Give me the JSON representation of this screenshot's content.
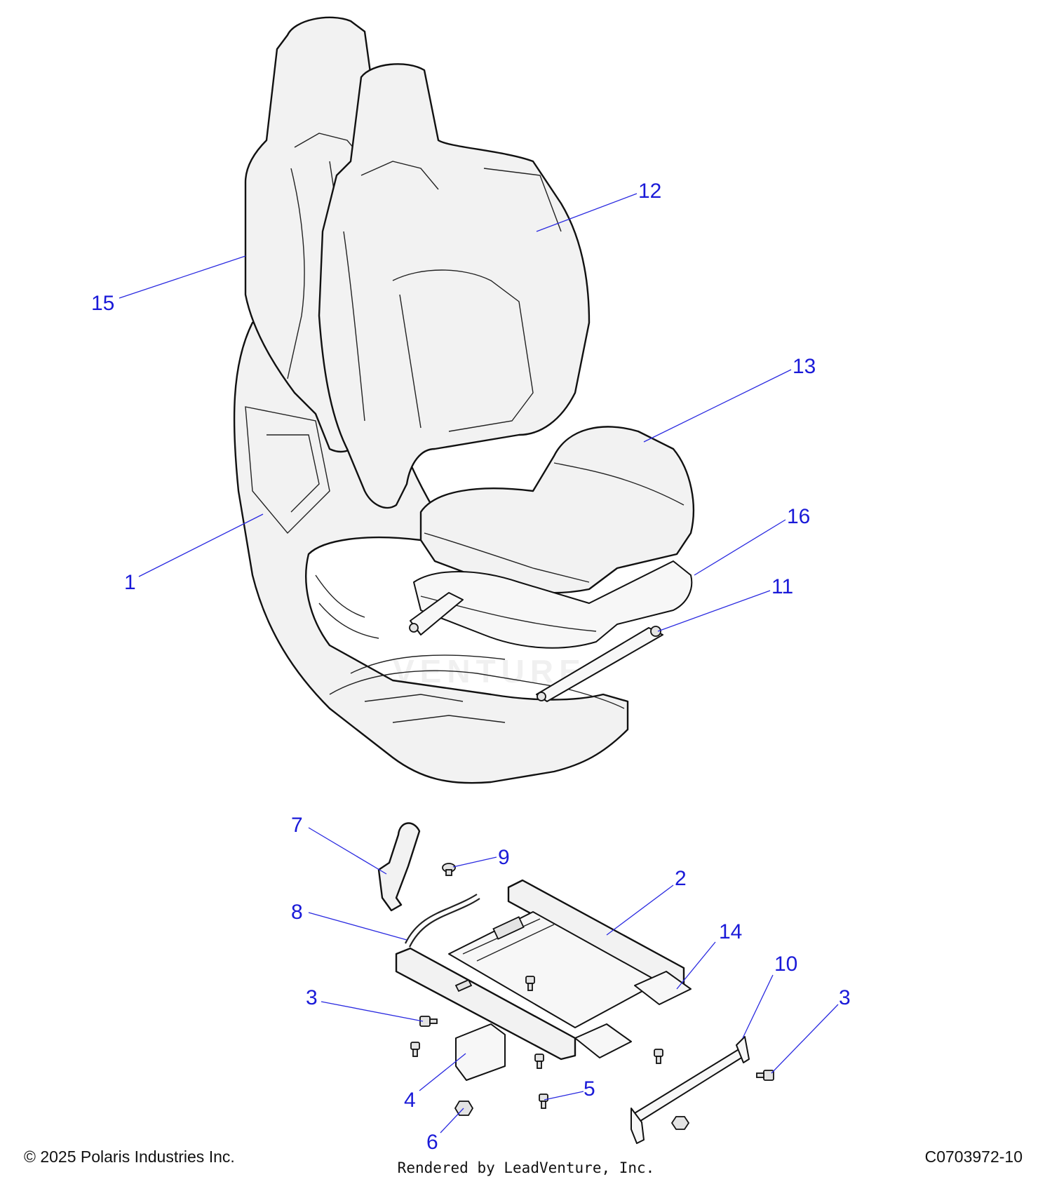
{
  "callouts": [
    {
      "label": "1",
      "part": "seat-base"
    },
    {
      "label": "2",
      "part": "seat-frame"
    },
    {
      "label": "3",
      "part": "bolt-left"
    },
    {
      "label": "3",
      "part": "bolt-right"
    },
    {
      "label": "4",
      "part": "bracket"
    },
    {
      "label": "5",
      "part": "screw"
    },
    {
      "label": "6",
      "part": "nut"
    },
    {
      "label": "7",
      "part": "latch-strap"
    },
    {
      "label": "8",
      "part": "latch-rod"
    },
    {
      "label": "9",
      "part": "clip"
    },
    {
      "label": "10",
      "part": "slide-rail"
    },
    {
      "label": "11",
      "part": "cushion-strap"
    },
    {
      "label": "12",
      "part": "backrest-front"
    },
    {
      "label": "13",
      "part": "seat-cushion-top"
    },
    {
      "label": "14",
      "part": "slider-handle"
    },
    {
      "label": "15",
      "part": "backrest-rear"
    },
    {
      "label": "16",
      "part": "seat-cushion-lower"
    }
  ],
  "footer": {
    "copyright": "© 2025 Polaris Industries Inc.",
    "rendered_by": "Rendered by LeadVenture, Inc.",
    "drawing_number": "C0703972-10"
  },
  "watermark": "VENTURE",
  "colors": {
    "callout": "#1a1ad8",
    "line": "#111111",
    "fill": "#f2f2f2"
  }
}
